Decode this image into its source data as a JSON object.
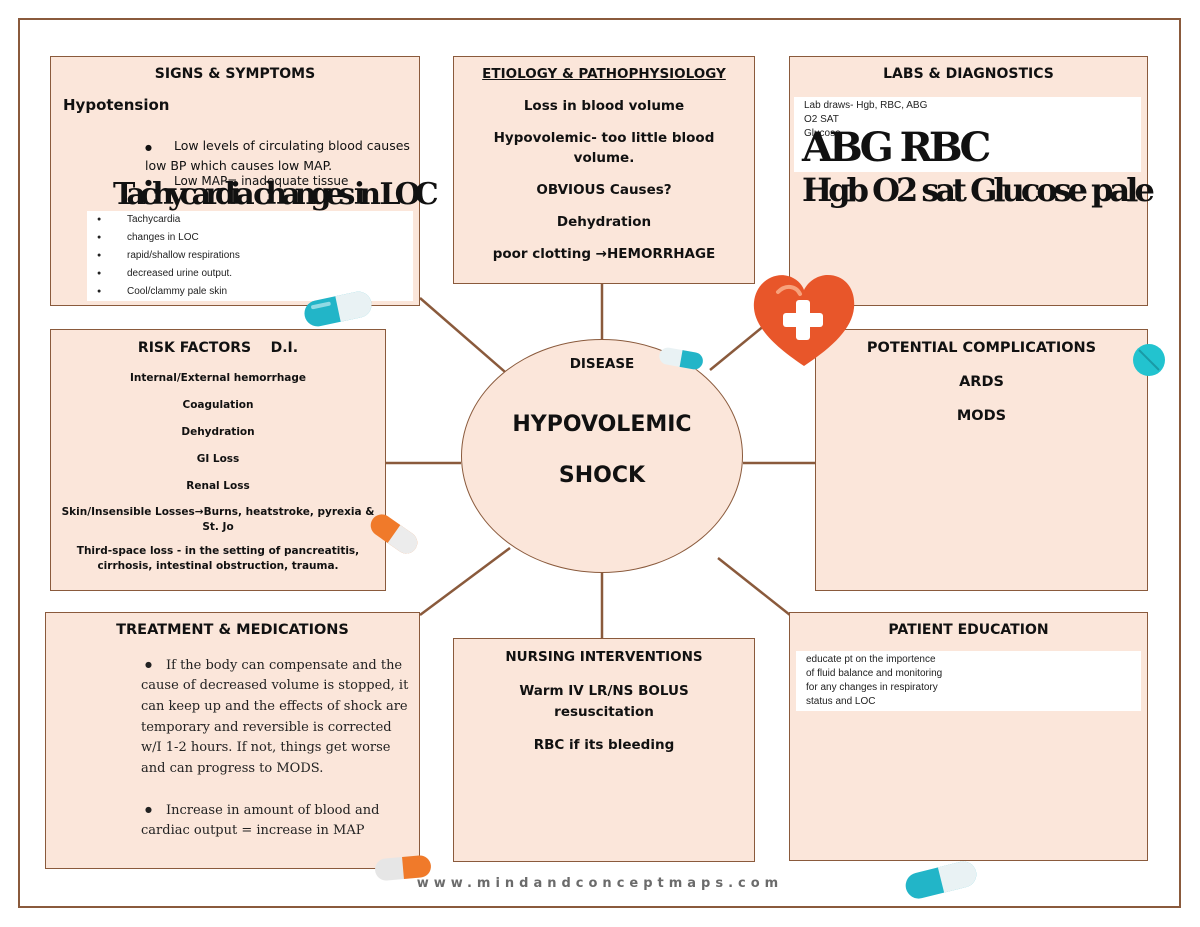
{
  "signs": {
    "title": "SIGNS & SYMPTOMS",
    "subtitle": "Hypotension",
    "bullets": [
      "Low levels of circulating blood causes low BP which causes low MAP.",
      "Low MAP= inadequate tissue"
    ],
    "overlay": "Tachycardia changes in LOC",
    "list": [
      "Tachycardia",
      "changes in LOC",
      "rapid/shallow respirations",
      "decreased urine output.",
      "Cool/clammy pale skin"
    ]
  },
  "etiology": {
    "title": "ETIOLOGY & PATHOPHYSIOLOGY",
    "lines": [
      "Loss in blood volume",
      "Hypovolemic- too little blood volume.",
      "OBVIOUS Causes?",
      "Dehydration",
      "poor clotting →HEMORRHAGE"
    ]
  },
  "labs": {
    "title": "LABS & DIAGNOSTICS",
    "items": [
      "Lab draws- Hgb, RBC, ABG",
      "O2 SAT",
      "Glucose"
    ],
    "overlay_1": "ABG RBC",
    "overlay_2": "Hgb O2 sat Glucose pale"
  },
  "risk": {
    "title": "RISK FACTORS    D.I.",
    "items": [
      "Internal/External hemorrhage",
      "Coagulation",
      "Dehydration",
      "GI Loss",
      "Renal Loss",
      "Skin/Insensible Losses→Burns, heatstroke, pyrexia & St. Jo",
      "Third-space loss - in the setting of pancreatitis, cirrhosis, intestinal obstruction, trauma."
    ]
  },
  "center": {
    "label": "DISEASE",
    "line1": "HYPOVOLEMIC",
    "line2": "SHOCK"
  },
  "complications": {
    "title": "POTENTIAL COMPLICATIONS",
    "items": [
      "ARDS",
      "MODS"
    ]
  },
  "treatment": {
    "title": "TREATMENT & MEDICATIONS",
    "bullets": [
      "If the body can compensate and the cause of decreased volume is stopped, it can keep up and the effects of shock are temporary and reversible is corrected w/I 1-2 hours. If not, things get worse and can progress to MODS.",
      "Increase in amount of blood and cardiac output = increase in MAP"
    ]
  },
  "nursing": {
    "title": "NURSING INTERVENTIONS",
    "items": [
      "Warm IV LR/NS BOLUS resuscitation",
      "RBC if its bleeding"
    ]
  },
  "education": {
    "title": "PATIENT EDUCATION",
    "text": [
      "educate pt on the importence",
      "of fluid balance and monitoring",
      "for any changes in respiratory",
      "status and LOC"
    ]
  },
  "footer": "www.mindandconceptmaps.com",
  "colors": {
    "box_fill": "#fbe6da",
    "border": "#8a5a3c",
    "capsule_teal": "#22b5c8",
    "capsule_orange": "#f07a2a",
    "heart": "#e8562a"
  },
  "icons": [
    "capsule-icon",
    "heart-cross-icon",
    "teal-pill-icon"
  ]
}
